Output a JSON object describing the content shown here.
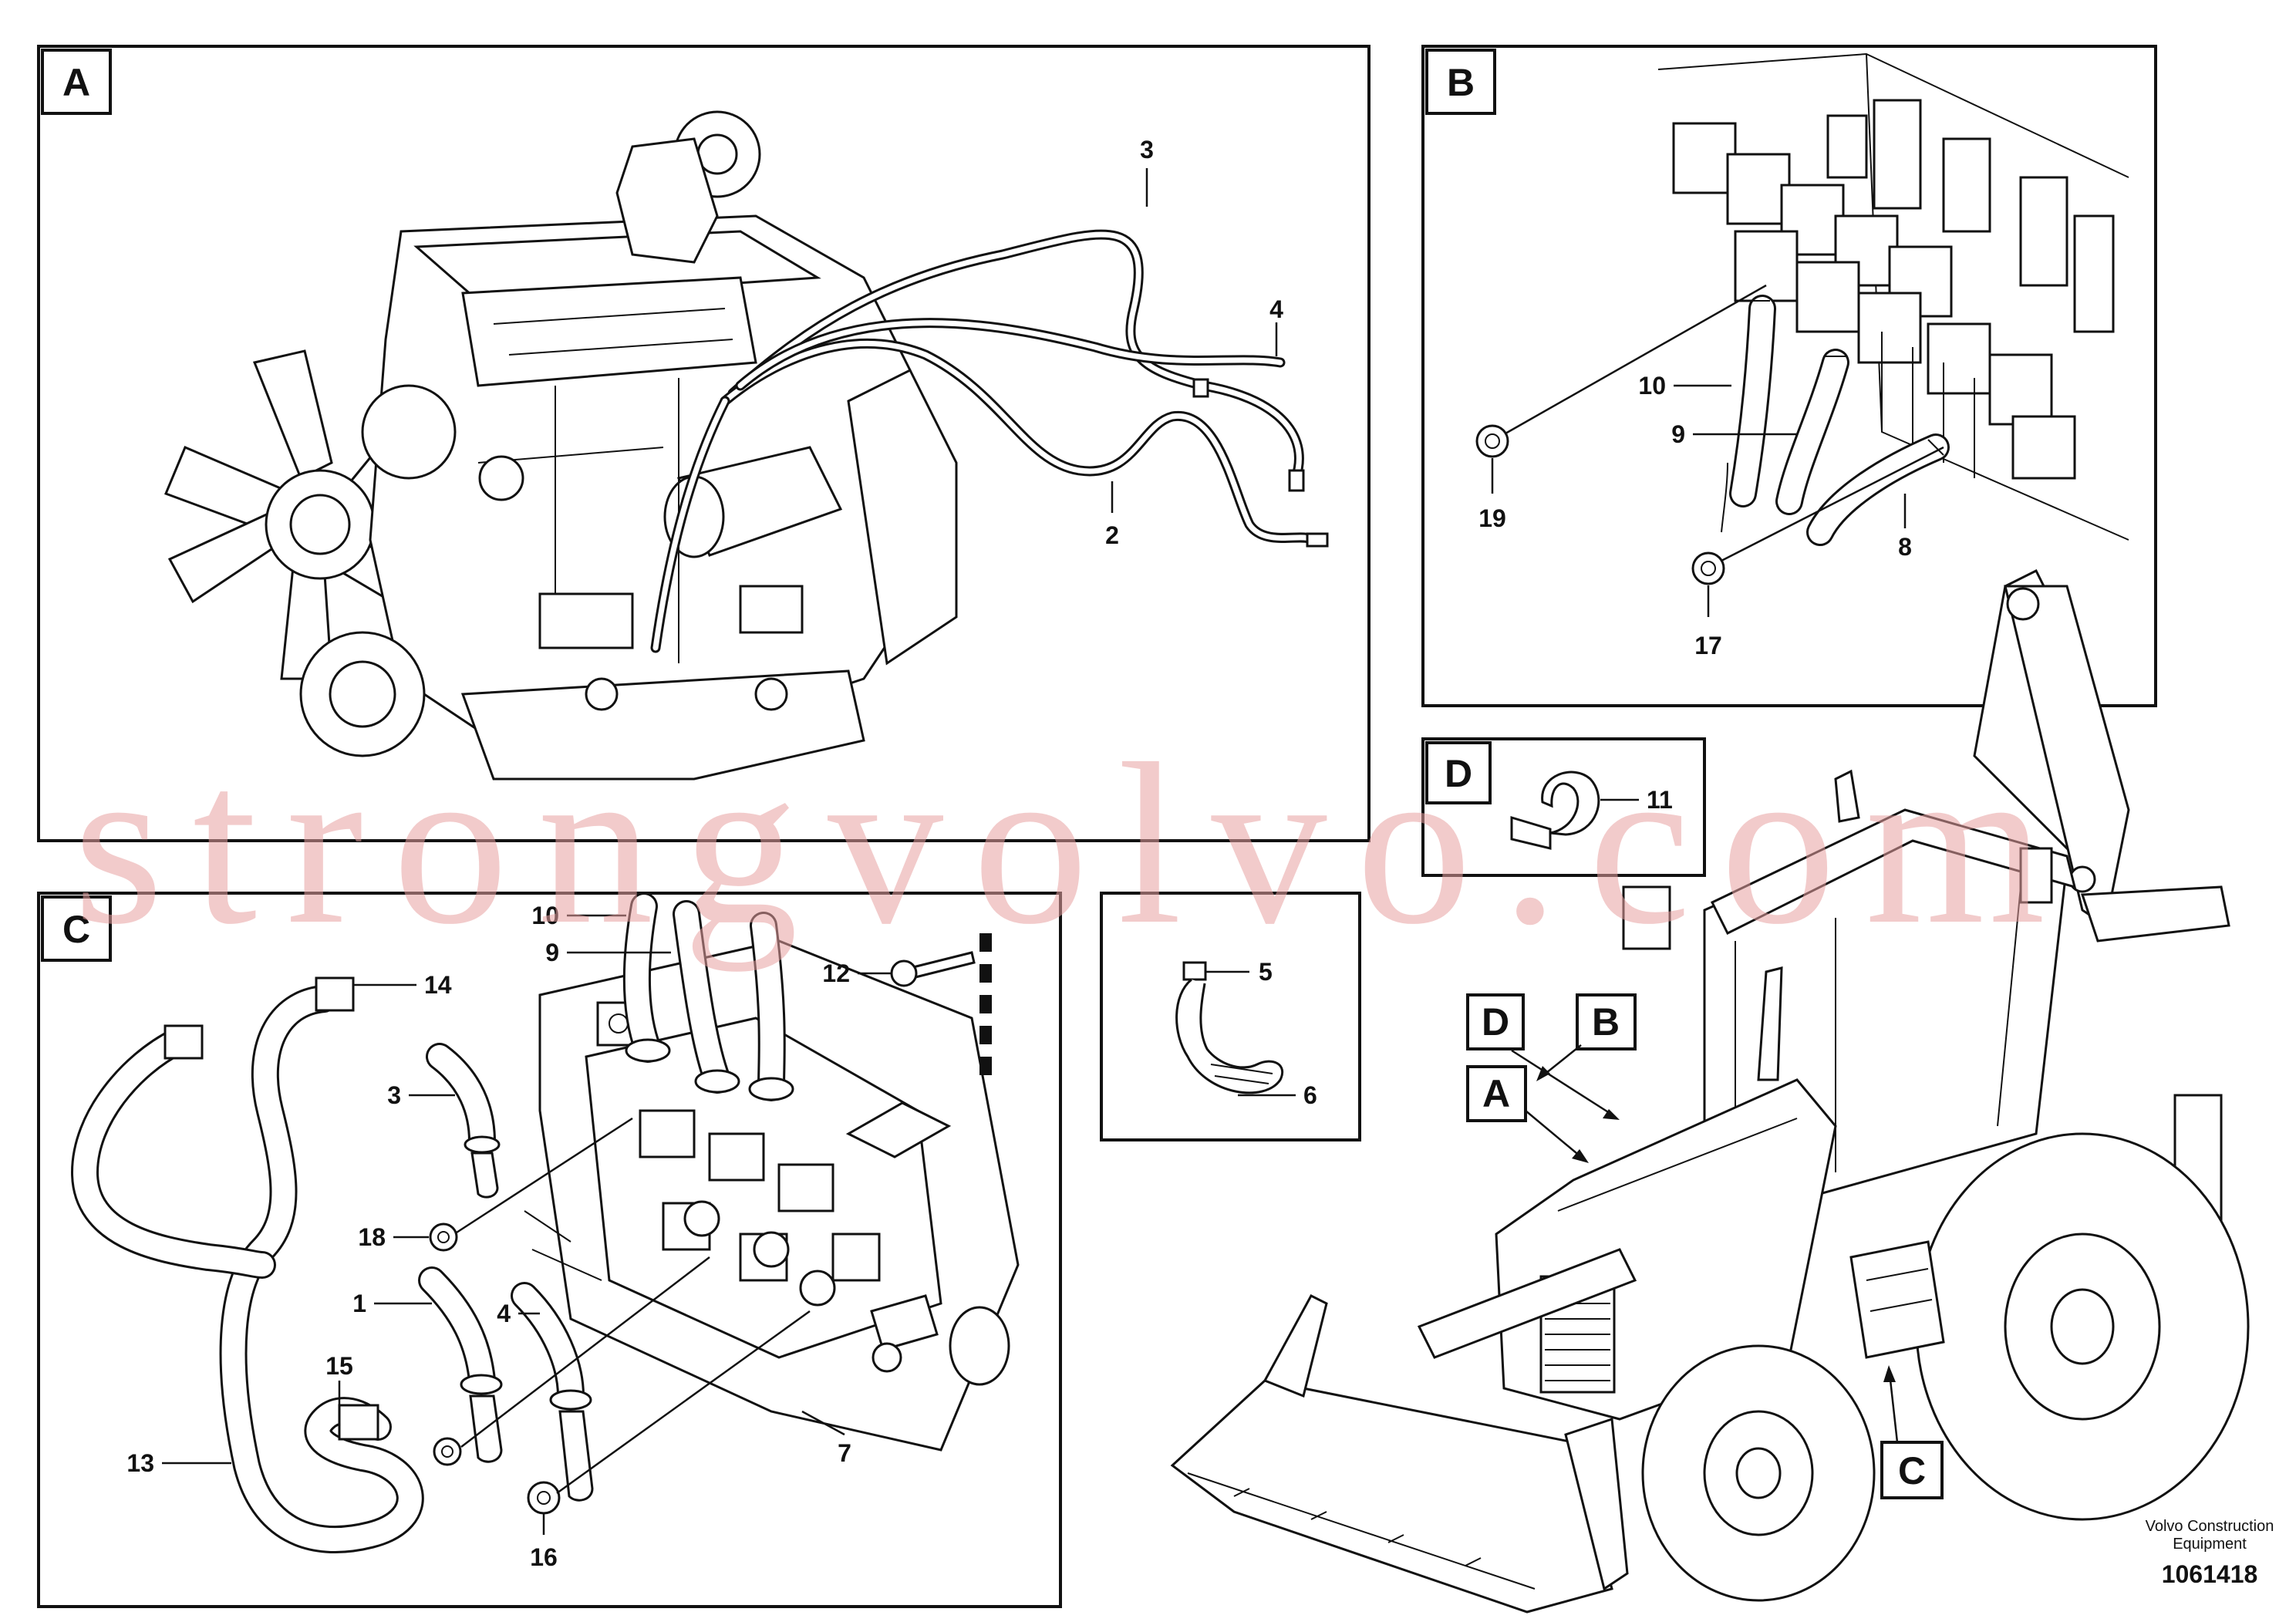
{
  "panels": {
    "a": {
      "letter": "A"
    },
    "b": {
      "letter": "B"
    },
    "c": {
      "letter": "C"
    },
    "d": {
      "letter": "D"
    }
  },
  "callouts": {
    "a": [
      "3",
      "4",
      "2"
    ],
    "b": [
      "10",
      "9",
      "19",
      "8",
      "17"
    ],
    "c": [
      "10",
      "9",
      "12",
      "14",
      "3",
      "18",
      "1",
      "4",
      "15",
      "13",
      "16",
      "7"
    ],
    "d": [
      "11"
    ],
    "detail": [
      "5",
      "6"
    ]
  },
  "machine_callouts": {
    "d": "D",
    "b": "B",
    "a": "A",
    "c": "C"
  },
  "watermark": "strongvolvo.com",
  "footer": {
    "brand": [
      "Volvo Construction",
      "Equipment"
    ],
    "code": "1061418"
  }
}
